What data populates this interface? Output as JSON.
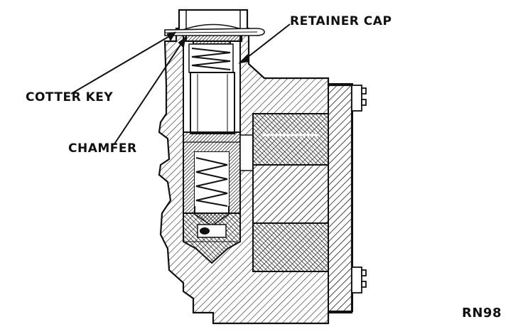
{
  "labels": {
    "retainer_cap": "RETAINER CAP",
    "cotter_key": "COTTER KEY",
    "chamfer": "CHAMFER",
    "figure_code": "RN98"
  },
  "colors": {
    "ink": "#111111",
    "paper": "#ffffff"
  }
}
